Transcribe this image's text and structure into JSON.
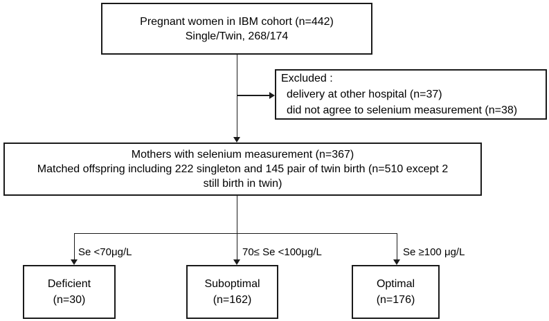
{
  "flowchart": {
    "cohort_box": {
      "line1": "Pregnant women in IBM cohort (n=442)",
      "line2": "Single/Twin, 268/174"
    },
    "excluded_box": {
      "title": "Excluded :",
      "items": [
        "delivery at other hospital (n=37)",
        "did not agree to selenium measurement (n=38)"
      ]
    },
    "selenium_box": {
      "line1": "Mothers with selenium measurement (n=367)",
      "line2": "Matched offspring including 222 singleton and 145 pair of twin birth (n=510 except 2",
      "line3": "still birth in twin)"
    },
    "branch_labels": {
      "deficient": "Se <70μg/L",
      "suboptimal": "70≤ Se <100μg/L",
      "optimal": "Se ≥100 μg/L"
    },
    "outcome_boxes": [
      {
        "label": "Deficient",
        "count": "(n=30)"
      },
      {
        "label": "Suboptimal",
        "count": "(n=162)"
      },
      {
        "label": "Optimal",
        "count": "(n=176)"
      }
    ]
  },
  "colors": {
    "line": "#1a1a1a",
    "background": "#ffffff",
    "text": "#000000"
  }
}
